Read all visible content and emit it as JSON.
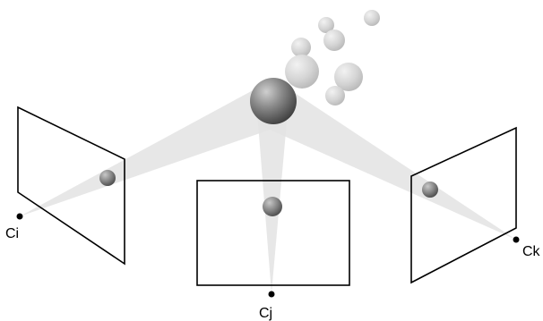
{
  "cameras": [
    {
      "id": "i",
      "label": "Ci"
    },
    {
      "id": "j",
      "label": "Cj"
    },
    {
      "id": "k",
      "label": "Ck"
    }
  ],
  "colors": {
    "cone_fill": "#e3e3e3",
    "frame_stroke": "#000000",
    "main_sphere": "#6e6e6e",
    "projected_point": "#7a7a7a",
    "background_spheres": "#d6d6d6"
  }
}
